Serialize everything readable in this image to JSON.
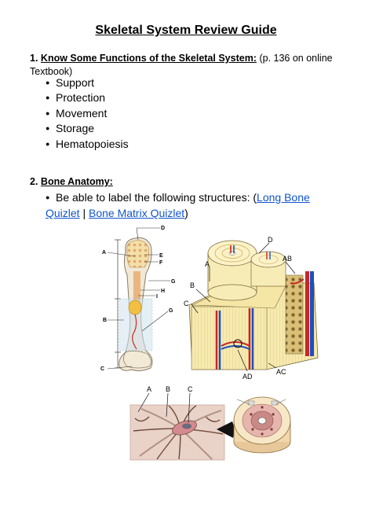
{
  "title": "Skeletal System Review Guide",
  "section1": {
    "number": "1.",
    "heading": "Know Some Functions of the Skeletal System:",
    "note": "(p. 136 on online Textbook)",
    "items": [
      "Support",
      "Protection",
      "Movement",
      "Storage",
      "Hematopoiesis"
    ]
  },
  "section2": {
    "number": "2.",
    "heading": "Bone Anatomy:",
    "instruction": "Be able to label the following structures: (",
    "link1": "Long Bone Quizlet",
    "separator": " | ",
    "link2": "Bone Matrix Quizlet",
    "close": ")"
  },
  "figure_long_bone": {
    "labels": {
      "a": "A",
      "b": "B",
      "c": "C",
      "d": "D",
      "e": "E",
      "f": "F",
      "g1": "G",
      "h": "H",
      "i": "I",
      "g2": "G"
    }
  },
  "figure_compact_bone": {
    "labels": {
      "a": "A",
      "b": "B",
      "c": "C",
      "d": "D",
      "ab": "AB",
      "ad": "AD",
      "ac": "AC"
    }
  },
  "figure_osteocyte": {
    "labels": {
      "a": "A",
      "b": "B",
      "c": "C"
    }
  }
}
